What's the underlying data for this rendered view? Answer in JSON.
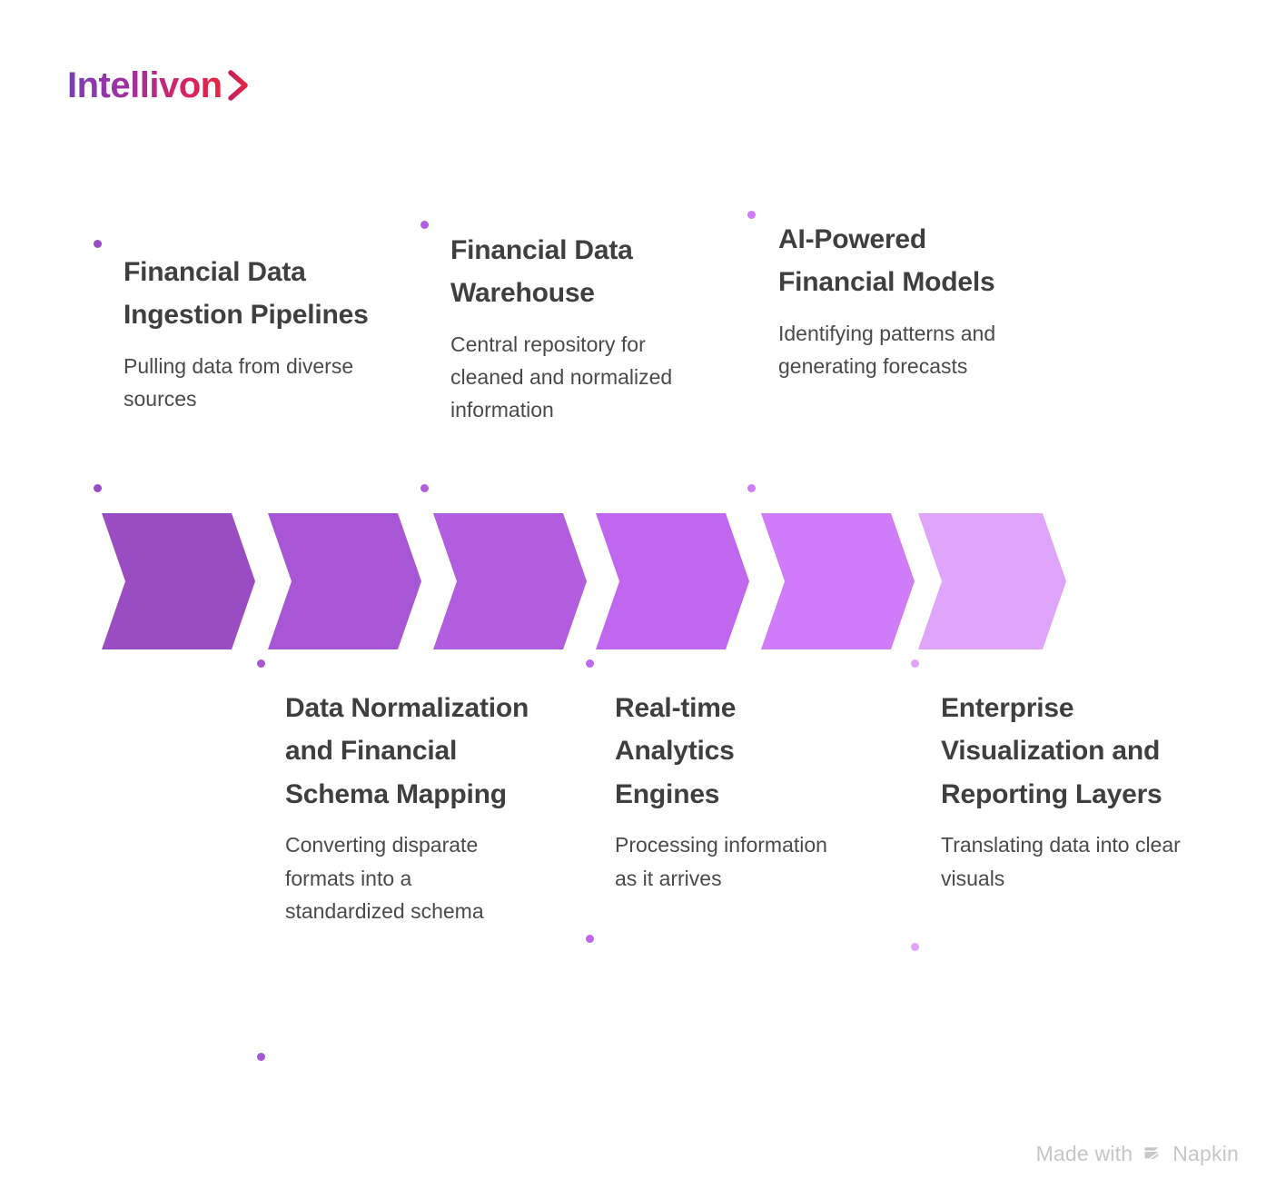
{
  "brand": {
    "name": "Intellivon",
    "chevron_icon": "chevron-right-icon",
    "gradient_start": "#7b3fb8",
    "gradient_end": "#e8243f"
  },
  "diagram": {
    "type": "chevron-process-flow",
    "step_count": 6,
    "dot_color": "#9b4dc4",
    "steps": [
      {
        "index": 1,
        "title": "Financial Data Ingestion Pipelines",
        "description": "Pulling data from diverse sources",
        "position": "above",
        "color": "#9a4cc2"
      },
      {
        "index": 2,
        "title": "Data Normalization and Financial Schema Mapping",
        "description": "Converting disparate formats into a standardized schema",
        "position": "below",
        "color": "#a855d6"
      },
      {
        "index": 3,
        "title": "Financial Data Warehouse",
        "description": "Central repository for cleaned and normalized information",
        "position": "above",
        "color": "#b25ce0"
      },
      {
        "index": 4,
        "title": "Real-time Analytics Engines",
        "description": "Processing information as it arrives",
        "position": "below",
        "color": "#c066ef"
      },
      {
        "index": 5,
        "title": "AI-Powered Financial Models",
        "description": "Identifying patterns and generating forecasts",
        "position": "above",
        "color": "#cf7bfa"
      },
      {
        "index": 6,
        "title": "Enterprise Visualization and Reporting Layers",
        "description": "Translating data into clear visuals",
        "position": "below",
        "color": "#dfa4fb"
      }
    ]
  },
  "footer": {
    "made_with": "Made with",
    "product": "Napkin",
    "logo_icon": "napkin-stripes-icon"
  }
}
